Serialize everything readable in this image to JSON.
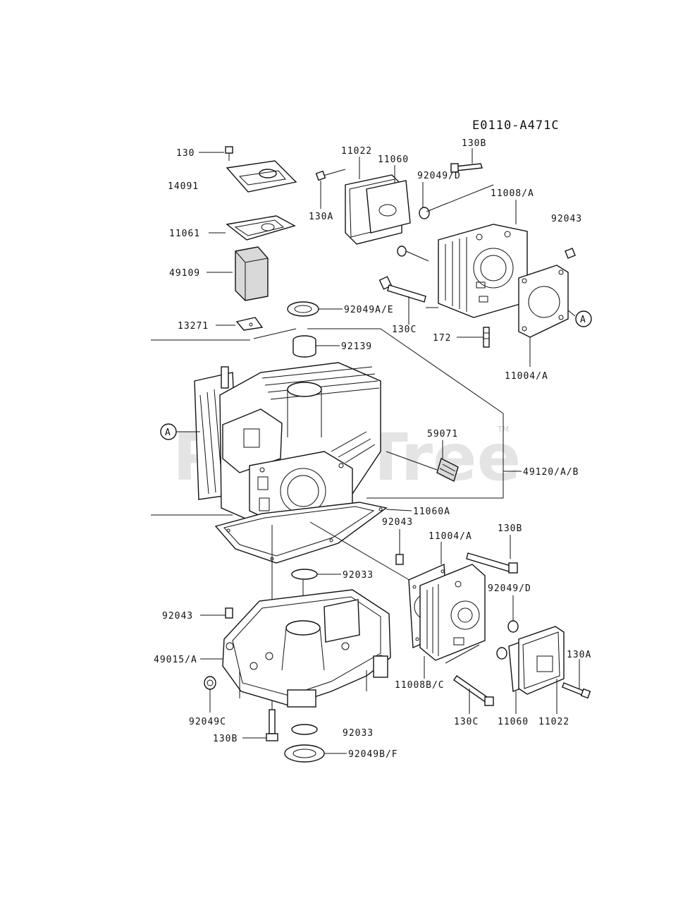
{
  "diagram": {
    "code": "E0110-A471C",
    "watermark": "PartsTree",
    "trademark": "TM",
    "ref_mark": "A",
    "labels": {
      "l130_top": "130",
      "l14091": "14091",
      "l11061": "11061",
      "l49109": "49109",
      "l13271": "13271",
      "l11022_top": "11022",
      "l11060_top": "11060",
      "l130A_top": "130A",
      "l130B_top": "130B",
      "l92049D_top": "92049/D",
      "l11008A": "11008/A",
      "l92043_top": "92043",
      "l92049AE": "92049A/E",
      "l130C_top": "130C",
      "l172": "172",
      "l11004A_top": "11004/A",
      "l92139": "92139",
      "l59071": "59071",
      "l49120AB": "49120/A/B",
      "l11060A": "11060A",
      "l92043_mid": "92043",
      "l11004A_mid": "11004/A",
      "l130B_mid": "130B",
      "l92033_a": "92033",
      "l92049D_mid": "92049/D",
      "l92043_left": "92043",
      "l49015A": "49015/A",
      "l92049C": "92049C",
      "l130B_bot": "130B",
      "l92033_b": "92033",
      "l92049BF": "92049B/F",
      "l11008BC": "11008B/C",
      "l130C_bot": "130C",
      "l11060_bot": "11060",
      "l11022_bot": "11022",
      "l130A_bot": "130A"
    }
  }
}
